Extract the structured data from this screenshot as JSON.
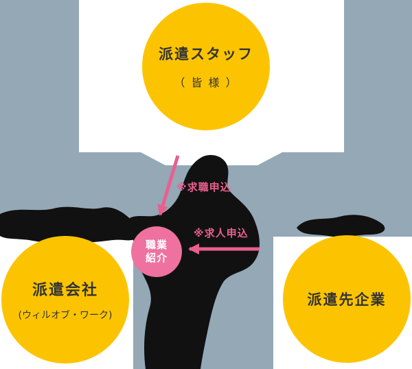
{
  "colors": {
    "background": "#94a8b6",
    "panel": "#ffffff",
    "node_yellow": "#fcc400",
    "node_text": "#333333",
    "pink": "#ea5f8e",
    "pink_circle": "#ee71a0",
    "ink": "#111111"
  },
  "nodes": {
    "staff": {
      "title": "派遣スタッフ",
      "subtitle": "（ 皆 様 ）"
    },
    "agency": {
      "title": "派遣会社",
      "subtitle": "(ウィルオブ・ワーク)"
    },
    "client": {
      "title": "派遣先企業"
    },
    "referral": {
      "line1": "職業",
      "line2": "紹介"
    }
  },
  "annotations": {
    "job_application": "※求職申込",
    "offer_application": "※求人申込"
  }
}
